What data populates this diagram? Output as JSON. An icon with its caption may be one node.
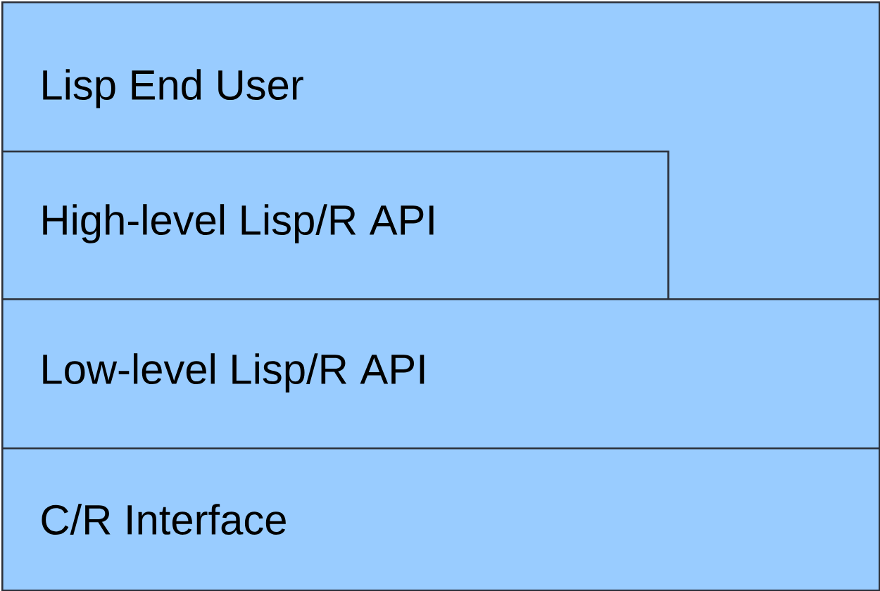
{
  "diagram": {
    "nodes": [
      {
        "text": [
          "Lisp End User"
        ]
      },
      {
        "text": [
          "High-level Lisp/R API"
        ],
        "in": 0
      },
      {
        "text": [
          "Low-level Lisp/R API"
        ]
      },
      {
        "text": [
          "C/R Interface"
        ]
      }
    ]
  }
}
